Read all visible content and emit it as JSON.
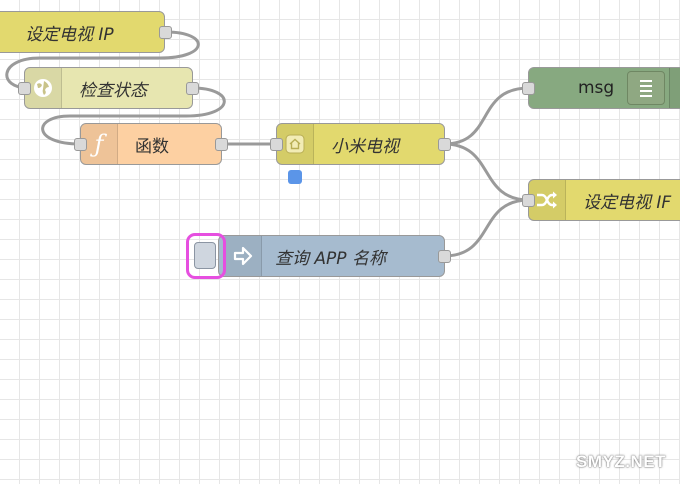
{
  "flow": {
    "nodes": {
      "set_tv_ip_top": {
        "label": "设定电视 IP",
        "color": "#e2d96e"
      },
      "check_status": {
        "label": "检查状态",
        "color": "#e7e6b0",
        "icon": "globe-icon"
      },
      "function": {
        "label": "函数",
        "color": "#fdd0a2",
        "icon": "function-icon"
      },
      "mi_tv": {
        "label": "小米电视",
        "color": "#e2d96e",
        "icon": "home-icon"
      },
      "msg": {
        "label": "msg",
        "color": "#87a980",
        "icon": "debug-list-icon"
      },
      "set_tv_ip_right": {
        "label": "设定电视 IF",
        "color": "#e2d96e",
        "icon": "shuffle-icon"
      },
      "query_app": {
        "label": "查询 APP 名称",
        "color": "#a6bbcf",
        "icon": "arrow-right-icon"
      }
    },
    "status_color": "#5b95e8",
    "highlight_color": "#e64fe0"
  },
  "watermark": {
    "text": "SMYZ.NET"
  }
}
